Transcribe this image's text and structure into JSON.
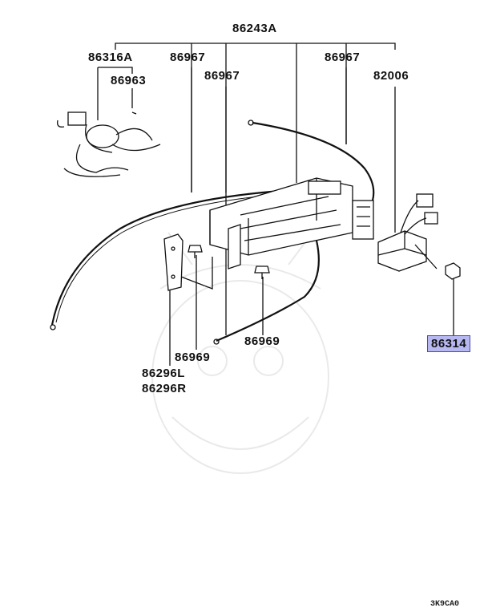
{
  "labels": {
    "p86243A": "86243A",
    "p86316A": "86316A",
    "p86967_a": "86967",
    "p86967_b": "86967",
    "p86967_c": "86967",
    "p82006": "82006",
    "p86963": "86963",
    "p86969_a": "86969",
    "p86969_b": "86969",
    "p86296L": "86296L",
    "p86296R": "86296R",
    "p86314": "86314"
  },
  "highlight_color": "#b7b7f2",
  "diagram_code": "3K9CA0"
}
